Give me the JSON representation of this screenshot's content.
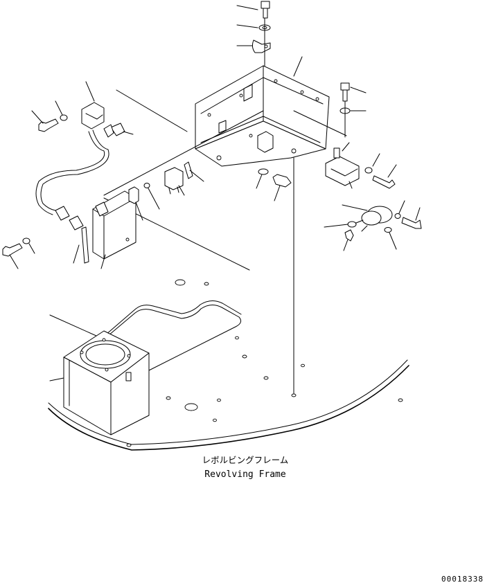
{
  "diagram": {
    "caption_japanese": "レボルビングフレーム",
    "caption_english": "Revolving Frame",
    "drawing_number": "00018338"
  }
}
